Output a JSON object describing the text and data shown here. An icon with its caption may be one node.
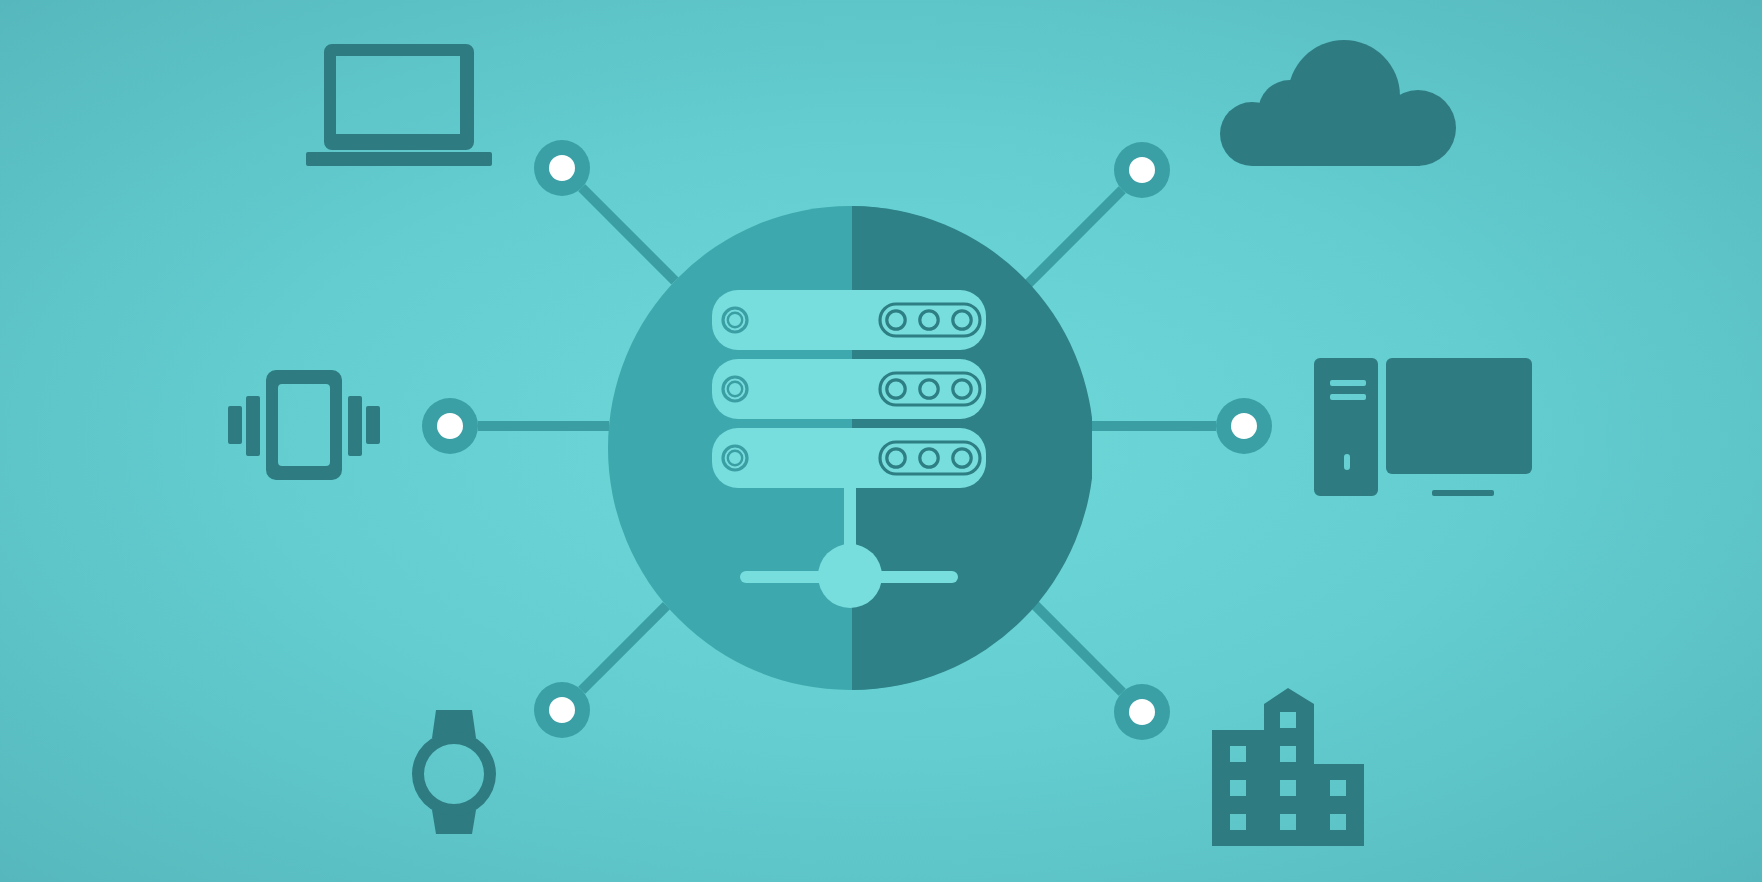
{
  "diagram": {
    "nodes": [
      {
        "text": [],
        "shape": "laptop"
      },
      {
        "text": [],
        "shape": "cloud"
      },
      {
        "text": [],
        "shape": "circle"
      },
      {
        "text": [],
        "shape": "circle"
      },
      {
        "text": [],
        "shape": "circle"
      },
      {
        "text": [],
        "shape": "server",
        "in": 4
      },
      {
        "text": [],
        "shape": "phone"
      },
      {
        "text": [],
        "shape": "circle"
      },
      {
        "text": [],
        "shape": "circle"
      },
      {
        "text": [],
        "shape": "computer"
      },
      {
        "text": [],
        "shape": "circle"
      },
      {
        "text": [],
        "shape": "watch"
      },
      {
        "text": [],
        "shape": "circle"
      },
      {
        "text": [],
        "shape": "building"
      }
    ],
    "edges": [
      {
        "from": 4,
        "to": 2,
        "arrow": "none"
      },
      {
        "from": 4,
        "to": 3,
        "arrow": "none"
      },
      {
        "from": 4,
        "to": 7,
        "arrow": "none"
      },
      {
        "from": 4,
        "to": 8,
        "arrow": "none"
      },
      {
        "from": 4,
        "to": 10,
        "arrow": "none"
      },
      {
        "from": 4,
        "to": 12,
        "arrow": "none"
      }
    ]
  }
}
